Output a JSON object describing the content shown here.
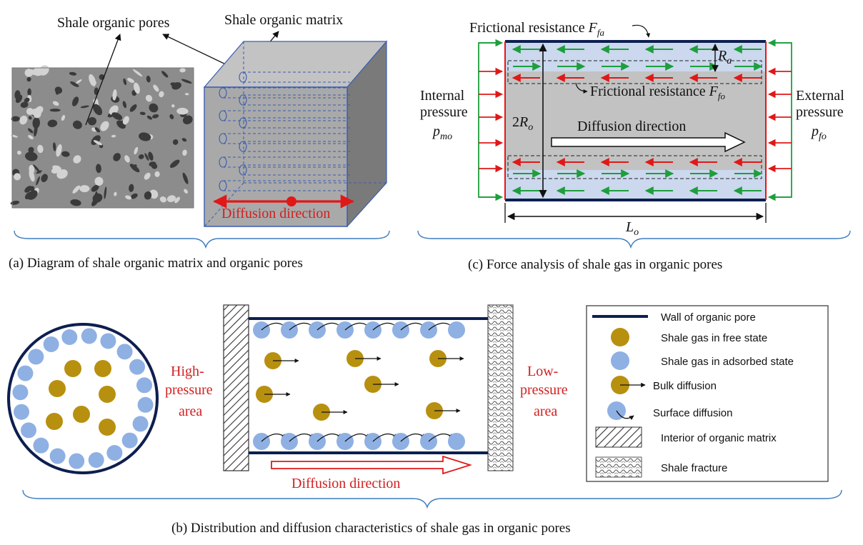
{
  "panel_a": {
    "caption": "(a) Diagram of shale organic matrix and organic pores",
    "label_pores": "Shale organic pores",
    "label_matrix": "Shale organic matrix",
    "diffusion_label": "Diffusion direction"
  },
  "panel_c": {
    "caption": "(c) Force analysis of shale gas in organic pores",
    "friction_a_text": "Frictional resistance",
    "friction_a_symbol": "F",
    "friction_a_sub": "fa",
    "friction_o_text": "Frictional resistance",
    "friction_o_symbol": "F",
    "friction_o_sub": "fo",
    "ra_symbol": "R",
    "ra_sub": "a",
    "ro_coef": "2",
    "ro_symbol": "R",
    "ro_sub": "o",
    "lo_symbol": "L",
    "lo_sub": "o",
    "internal_line1": "Internal",
    "internal_line2": "pressure",
    "pmo_symbol": "p",
    "pmo_sub": "mo",
    "external_line1": "External",
    "external_line2": "pressure",
    "pfo_symbol": "p",
    "pfo_sub": "fo",
    "diffusion_label": "Diffusion direction"
  },
  "panel_b": {
    "caption": "(b) Distribution and diffusion characteristics  of shale gas in organic pores",
    "high_line1": "High-",
    "high_line2": "pressure",
    "high_line3": "area",
    "low_line1": "Low-",
    "low_line2": "pressure",
    "low_line3": "area",
    "diffusion_label": "Diffusion direction"
  },
  "legend": {
    "items": [
      "Wall of organic pore",
      "Shale gas in free state",
      "Shale gas in adsorbed state",
      "Bulk diffusion",
      "Surface diffusion",
      "Interior of organic matrix",
      "Shale fracture"
    ]
  },
  "colors": {
    "wall": "#0d1f4f",
    "free_gas": "#b8900f",
    "adsorbed_gas": "#8fb0e3",
    "red": "#e01818",
    "green": "#1e9e3c",
    "cube_blue": "#3a5db0",
    "brace_blue": "#3c7cc0"
  }
}
